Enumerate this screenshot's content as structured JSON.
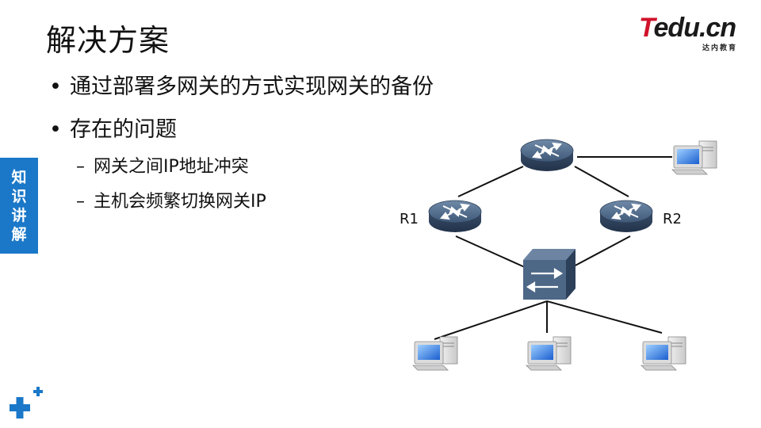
{
  "slide": {
    "title": "解决方案",
    "logo": {
      "main_t": "T",
      "main_rest": "edu.cn",
      "sub": "达内教育"
    },
    "bullets": [
      {
        "symbol": "•",
        "text": "通过部署多网关的方式实现网关的备份"
      },
      {
        "symbol": "•",
        "text": "存在的问题"
      }
    ],
    "sub_bullets": [
      {
        "symbol": "–",
        "text": "网关之间IP地址冲突"
      },
      {
        "symbol": "–",
        "text": "主机会频繁切换网关IP"
      }
    ],
    "side_tab": {
      "chars": [
        "知",
        "识",
        "讲",
        "解"
      ]
    }
  },
  "diagram": {
    "labels": {
      "r1": "R1",
      "r2": "R2"
    },
    "icons": [
      "router-icon",
      "switch-icon",
      "pc-icon"
    ],
    "colors": {
      "router": "#4d6787",
      "accent": "#1b78c8",
      "brand_red": "#d0122b"
    }
  }
}
